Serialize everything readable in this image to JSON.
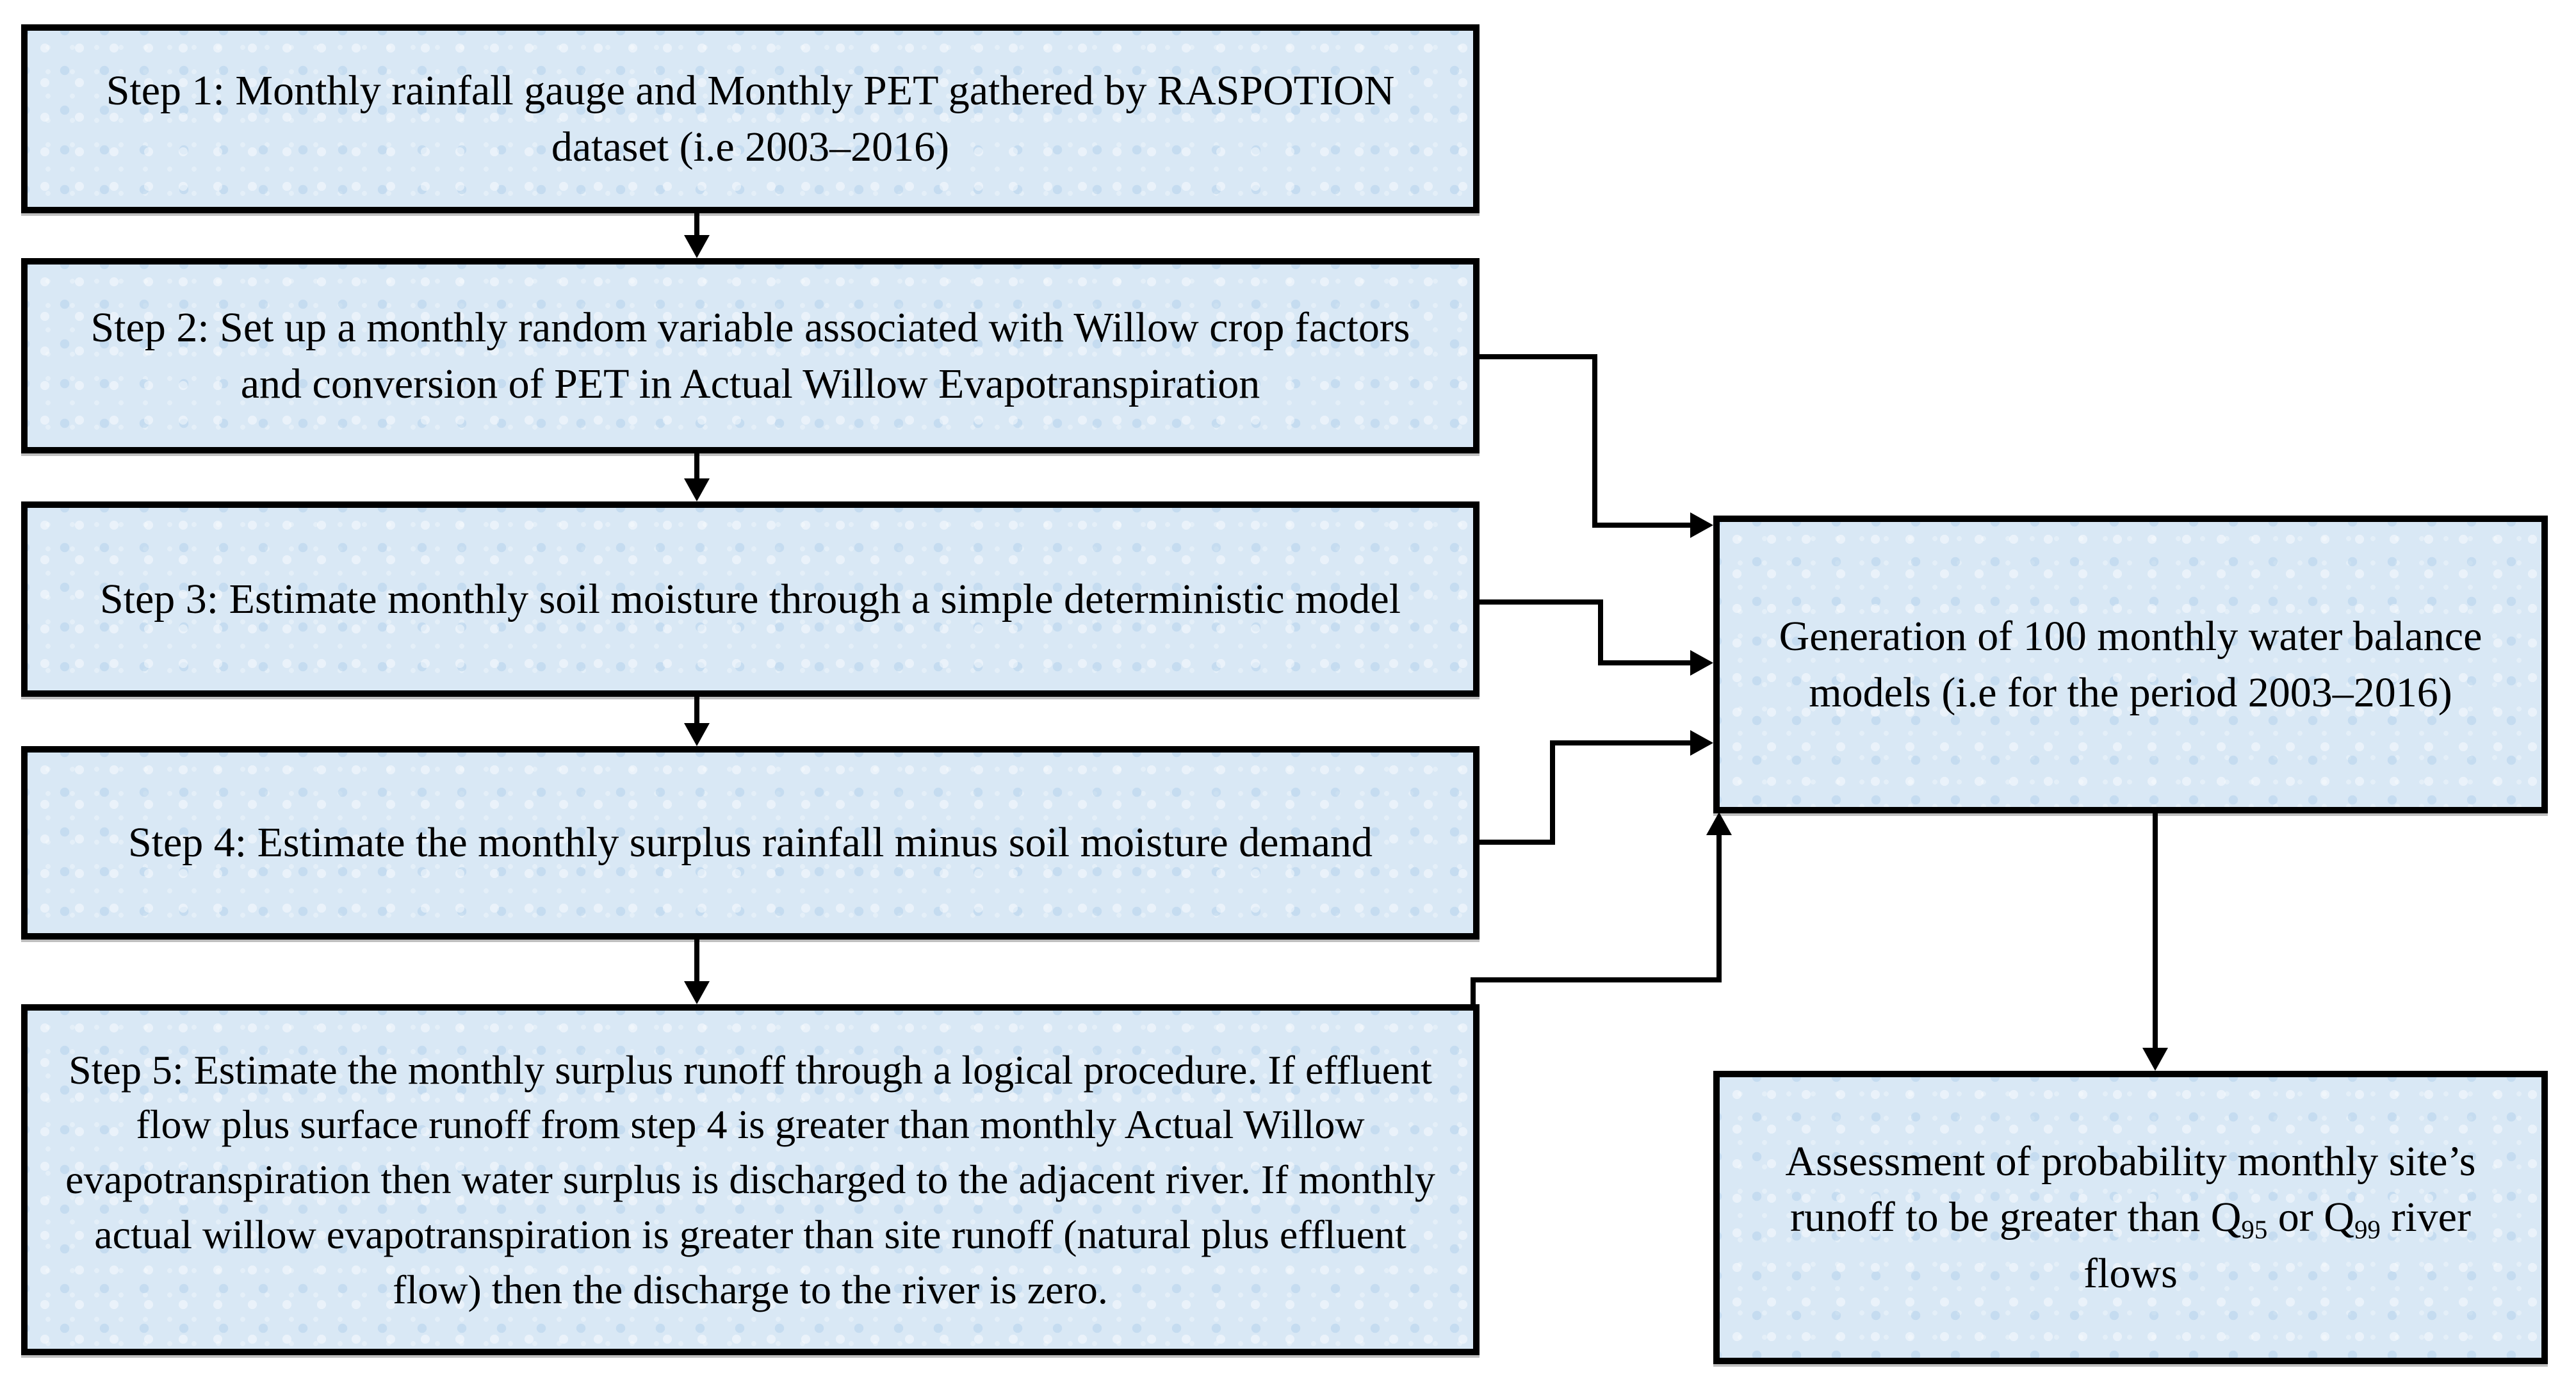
{
  "figure": {
    "kind": "flowchart",
    "colors": {
      "box_fill": "#d9e8f5",
      "box_border": "#000000",
      "connector": "#000000",
      "background": "#ffffff"
    },
    "steps": [
      {
        "id": "step-1",
        "text": "Step 1:  Monthly rainfall gauge and Monthly PET gathered by RASPOTION dataset (i.e 2003–2016)"
      },
      {
        "id": "step-2",
        "text": "Step 2:  Set up a monthly random variable associated with Willow crop factors and conversion of PET in Actual Willow Evapotranspiration"
      },
      {
        "id": "step-3",
        "text": "Step 3:  Estimate monthly soil moisture through a simple deterministic model"
      },
      {
        "id": "step-4",
        "text": "Step 4:  Estimate the monthly surplus rainfall minus soil moisture demand"
      },
      {
        "id": "step-5",
        "text": "Step 5:  Estimate the monthly surplus runoff through a logical procedure. If effluent flow plus surface runoff from step 4 is greater than monthly Actual Willow evapotranspiration then water surplus is discharged to the adjacent river. If monthly actual willow evapotranspiration is greater than site runoff (natural plus effluent flow) then the discharge to the river is zero."
      }
    ],
    "generation_box": {
      "text": "Generation of 100 monthly water balance models (i.e for the period 2003–2016)"
    },
    "assessment_box": {
      "part1": "Assessment of probability monthly site’s runoff to be greater than Q",
      "sub1": "95",
      "part2": " or Q",
      "sub2": "99",
      "part3": "  river flows"
    },
    "connectors": [
      {
        "id": "arrow-step1-to-step2",
        "from": "step-1",
        "to": "step-2",
        "shape": "straight-down"
      },
      {
        "id": "arrow-step2-to-step3",
        "from": "step-2",
        "to": "step-3",
        "shape": "straight-down"
      },
      {
        "id": "arrow-step3-to-step4",
        "from": "step-3",
        "to": "step-4",
        "shape": "straight-down"
      },
      {
        "id": "arrow-step4-to-step5",
        "from": "step-4",
        "to": "step-5",
        "shape": "straight-down"
      },
      {
        "id": "arrow-step2-to-generation",
        "from": "step-2",
        "to": "generation-box",
        "shape": "elbow-right-down-right"
      },
      {
        "id": "arrow-step3-to-generation",
        "from": "step-3",
        "to": "generation-box",
        "shape": "elbow-right-down-right"
      },
      {
        "id": "arrow-step4-to-generation",
        "from": "step-4",
        "to": "generation-box",
        "shape": "elbow-right-up-right"
      },
      {
        "id": "arrow-step5-to-generation",
        "from": "step-5",
        "to": "generation-box",
        "shape": "elbow-up-right-up"
      },
      {
        "id": "arrow-generation-to-assessment",
        "from": "generation-box",
        "to": "assessment-box",
        "shape": "straight-down"
      }
    ]
  }
}
